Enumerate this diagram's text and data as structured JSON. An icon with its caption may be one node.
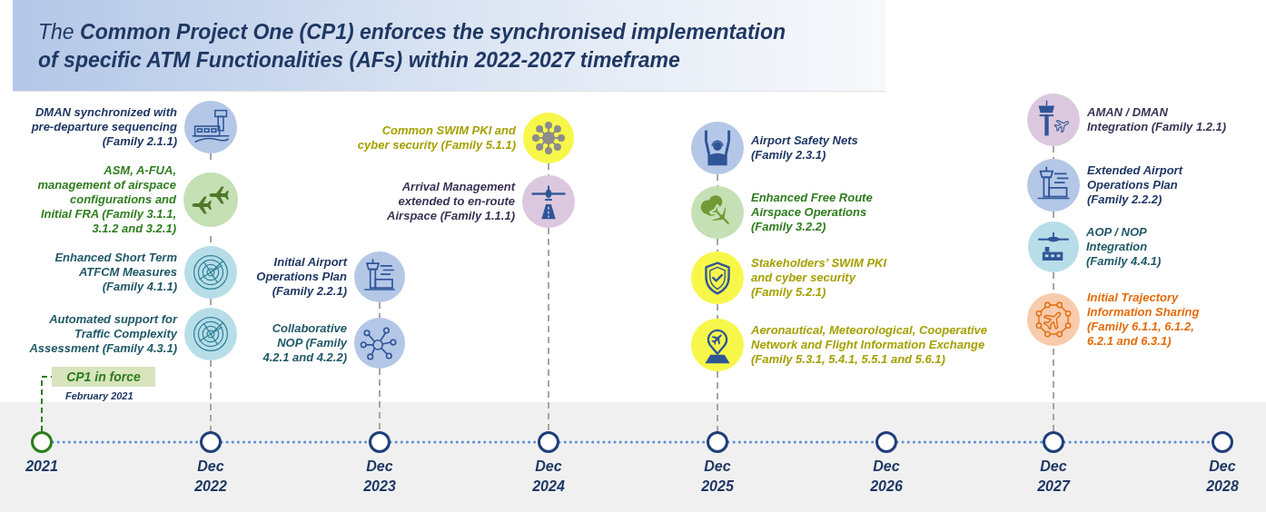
{
  "diagram": {
    "title": "The **Common Project One (CP1) enforces the synchronised implementation of specific ATM Functionalities (AFs) within 2022-2027 timeframe**",
    "nodes": [
      {
        "text": [
          "DMAN synchronized with pre-departure sequencing (Family 2.1.1)"
        ]
      },
      {
        "text": [
          "ASM, A-FUA, management of airspace configurations and Initial FRA (Family 3.1.1, 3.1.2 and 3.2.1)"
        ]
      },
      {
        "text": [
          "Enhanced Short Term ATFCM Measures (Family 4.1.1)"
        ]
      },
      {
        "text": [
          "Automated support for Traffic Complexity Assessment (Family 4.3.1)"
        ]
      },
      {
        "text": [
          "CP1 in force"
        ],
        "beside": [
          "February 2021"
        ]
      },
      {
        "text": [
          "Initial Airport Operations Plan (Family 2.2.1)"
        ]
      },
      {
        "text": [
          "Collaborative NOP (Family 4.2.1 and 4.2.2)"
        ]
      },
      {
        "text": [
          "Common SWIM PKI and cyber security (Family 5.1.1)"
        ]
      },
      {
        "text": [
          "Arrival Management extended to en-route Airspace (Family 1.1.1)"
        ]
      },
      {
        "text": [
          "Airport Safety Nets (Family 2.3.1)"
        ]
      },
      {
        "text": [
          "Enhanced Free Route Airspace Operations (Family 3.2.2)"
        ]
      },
      {
        "text": [
          "Stakeholders’ SWIM PKI and cyber security (Family 5.2.1)"
        ]
      },
      {
        "text": [
          "Aeronautical, Meteorological, Cooperative Network and Flight Information Exchange (Family 5.3.1, 5.4.1, 5.5.1 and 5.6.1)"
        ]
      },
      {
        "text": [
          "AMAN / DMAN Integration (Family 1.2.1)"
        ]
      },
      {
        "text": [
          "Extended Airport Operations Plan (Family 2.2.2)"
        ]
      },
      {
        "text": [
          "AOP / NOP Integration (Family 4.4.1)"
        ]
      },
      {
        "text": [
          "Initial Trajectory Information Sharing (Family 6.1.1, 6.1.2, 6.2.1 and 6.3.1)"
        ]
      },
      {
        "text": [],
        "shape": "circle",
        "beside": [
          "2021"
        ]
      },
      {
        "text": [],
        "shape": "circle",
        "beside": [
          "Dec 2022"
        ]
      },
      {
        "text": [],
        "shape": "circle",
        "beside": [
          "Dec 2023"
        ]
      },
      {
        "text": [],
        "shape": "circle",
        "beside": [
          "Dec 2024"
        ]
      },
      {
        "text": [],
        "shape": "circle",
        "beside": [
          "Dec 2025"
        ]
      },
      {
        "text": [],
        "shape": "circle",
        "beside": [
          "Dec 2026"
        ]
      },
      {
        "text": [],
        "shape": "circle",
        "beside": [
          "Dec 2027"
        ]
      },
      {
        "text": [],
        "shape": "circle",
        "beside": [
          "Dec 2028"
        ]
      }
    ],
    "edges": [
      {
        "from": 0,
        "to": 1,
        "arrow": "none",
        "style": "dashed"
      },
      {
        "from": 1,
        "to": 2,
        "arrow": "none",
        "style": "dashed"
      },
      {
        "from": 2,
        "to": 3,
        "arrow": "none",
        "style": "dashed"
      },
      {
        "from": 3,
        "to": 18,
        "arrow": "none",
        "style": "dashed"
      },
      {
        "from": 17,
        "to": 4,
        "arrow": "none",
        "style": "dashed",
        "color": "#2f7f1f"
      },
      {
        "from": 5,
        "to": 6,
        "arrow": "none",
        "style": "dashed"
      },
      {
        "from": 6,
        "to": 19,
        "arrow": "none",
        "style": "dashed"
      },
      {
        "from": 7,
        "to": 8,
        "arrow": "none",
        "style": "dashed"
      },
      {
        "from": 8,
        "to": 20,
        "arrow": "none",
        "style": "dashed"
      },
      {
        "from": 9,
        "to": 10,
        "arrow": "none",
        "style": "dashed"
      },
      {
        "from": 10,
        "to": 11,
        "arrow": "none",
        "style": "dashed"
      },
      {
        "from": 11,
        "to": 12,
        "arrow": "none",
        "style": "dashed"
      },
      {
        "from": 12,
        "to": 21,
        "arrow": "none",
        "style": "dashed"
      },
      {
        "from": 13,
        "to": 14,
        "arrow": "none",
        "style": "dashed"
      },
      {
        "from": 14,
        "to": 15,
        "arrow": "none",
        "style": "dashed"
      },
      {
        "from": 15,
        "to": 16,
        "arrow": "none",
        "style": "dashed"
      },
      {
        "from": 16,
        "to": 23,
        "arrow": "none",
        "style": "dashed"
      },
      {
        "from": 17,
        "to": 18,
        "arrow": "none",
        "style": "dashed",
        "color": "#5b8fd6"
      },
      {
        "from": 18,
        "to": 19,
        "arrow": "none",
        "style": "dashed",
        "color": "#5b8fd6"
      },
      {
        "from": 19,
        "to": 20,
        "arrow": "none",
        "style": "dashed",
        "color": "#5b8fd6"
      },
      {
        "from": 20,
        "to": 21,
        "arrow": "none",
        "style": "dashed",
        "color": "#5b8fd6"
      },
      {
        "from": 21,
        "to": 22,
        "arrow": "none",
        "style": "dashed",
        "color": "#5b8fd6"
      },
      {
        "from": 22,
        "to": 23,
        "arrow": "none",
        "style": "dashed",
        "color": "#5b8fd6"
      },
      {
        "from": 23,
        "to": 24,
        "arrow": "none",
        "style": "dashed",
        "color": "#5b8fd6"
      }
    ]
  }
}
